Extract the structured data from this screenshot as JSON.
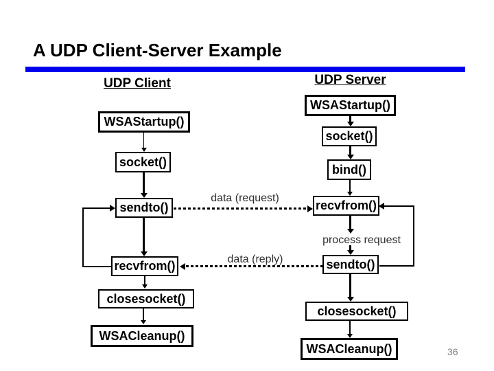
{
  "slide": {
    "title": "A UDP Client-Server Example",
    "page_number": "36",
    "accent_color": "#0000ee",
    "background_color": "#ffffff"
  },
  "diagram": {
    "client": {
      "header": "UDP Client",
      "nodes": [
        {
          "id": "wsastartup",
          "label": "WSAStartup()"
        },
        {
          "id": "socket",
          "label": "socket()"
        },
        {
          "id": "sendto",
          "label": "sendto()"
        },
        {
          "id": "recvfrom",
          "label": "recvfrom()"
        },
        {
          "id": "closesocket",
          "label": "closesocket()"
        },
        {
          "id": "wsacleanup",
          "label": "WSACleanup()"
        }
      ]
    },
    "server": {
      "header": "UDP Server",
      "nodes": [
        {
          "id": "wsastartup",
          "label": "WSAStartup()"
        },
        {
          "id": "socket",
          "label": "socket()"
        },
        {
          "id": "bind",
          "label": "bind()"
        },
        {
          "id": "recvfrom",
          "label": "recvfrom()"
        },
        {
          "id": "sendto",
          "label": "sendto()"
        },
        {
          "id": "closesocket",
          "label": "closesocket()"
        },
        {
          "id": "wsacleanup",
          "label": "WSACleanup()"
        }
      ],
      "process_label": "process request"
    },
    "messages": {
      "request_label": "data (request)",
      "reply_label": "data (reply)"
    }
  }
}
